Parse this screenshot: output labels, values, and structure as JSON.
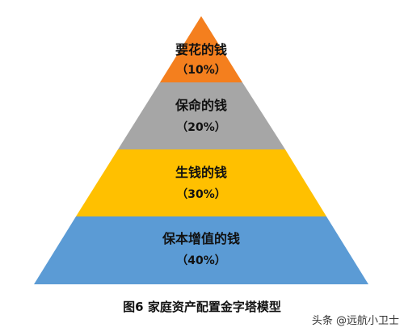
{
  "tiers": [
    {
      "label": "要花的钱",
      "percent": "（10%）",
      "color": "#F47F1E"
    },
    {
      "label": "保命的钱",
      "percent": "（20%）",
      "color": "#A6A6A6"
    },
    {
      "label": "生钱的钱",
      "percent": "（30%）",
      "color": "#FFC000"
    },
    {
      "label": "保本增值的钱",
      "percent": "（40%）",
      "color": "#5B9BD5"
    }
  ],
  "caption": "图6  家庭资产配置金字塔模型",
  "watermark": "头条 @远航小卫士"
}
